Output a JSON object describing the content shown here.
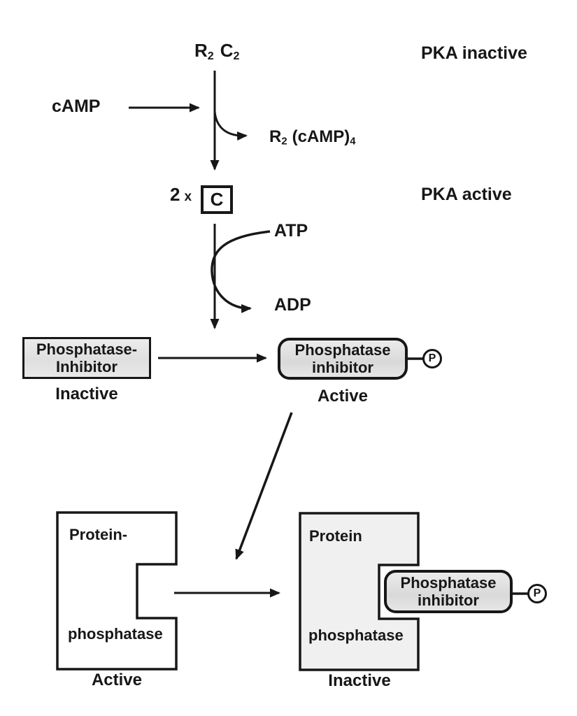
{
  "colors": {
    "ink": "#171717",
    "inactive_box_fill": "#e4e4e4",
    "badge_fill": "#dedede",
    "phosphatase_inactive_fill": "#efefef",
    "background": "#ffffff"
  },
  "pka": {
    "complex_r": "R",
    "complex_r_sub": "2",
    "complex_c": "C",
    "complex_c_sub": "2",
    "state_inactive": "PKA inactive",
    "state_active": "PKA active",
    "camp": "cAMP",
    "released_r": "R",
    "released_r_sub": "2",
    "released_rest": "(cAMP)",
    "released_sub": "4",
    "two": "2",
    "times": "x",
    "catalytic": "C",
    "atp": "ATP",
    "adp": "ADP"
  },
  "inhibitor": {
    "inactive_line1": "Phosphatase-",
    "inactive_line2": "Inhibitor",
    "inactive_state": "Inactive",
    "active_line1": "Phosphatase",
    "active_line2": "inhibitor",
    "active_state": "Active",
    "phospho": "P"
  },
  "phosphatase": {
    "active_line1": "Protein-",
    "active_line2": "phosphatase",
    "active_state": "Active",
    "inactive_line1": "Protein",
    "inactive_line2": "phosphatase",
    "inactive_state": "Inactive",
    "bound_line1": "Phosphatase",
    "bound_line2": "inhibitor",
    "phospho": "P"
  }
}
